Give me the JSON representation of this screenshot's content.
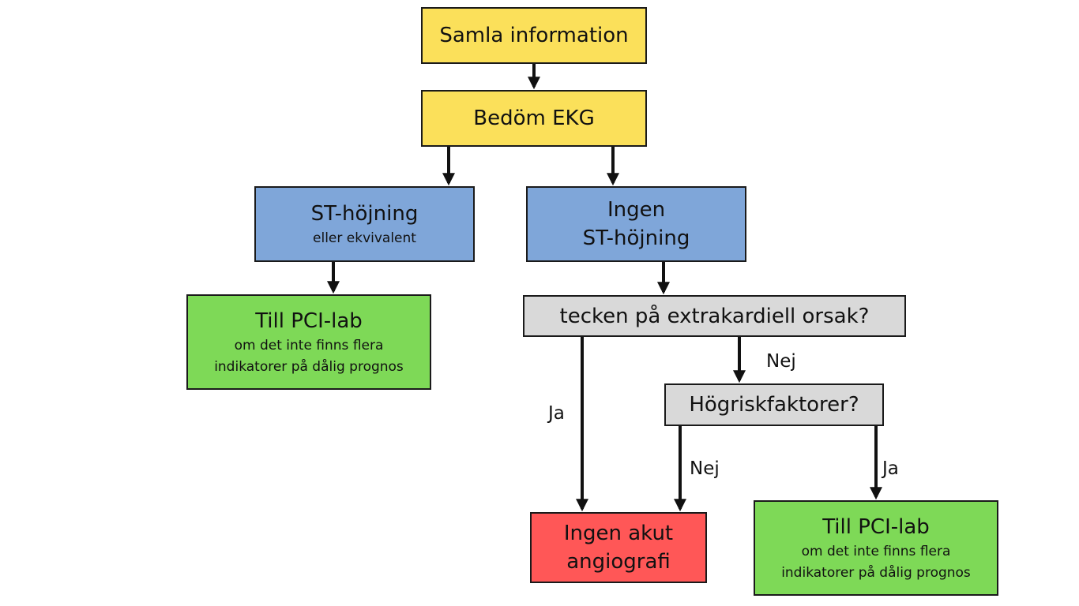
{
  "colors": {
    "yellow": "#fbe05a",
    "blue": "#7fa6d9",
    "green": "#7ed957",
    "gray": "#d9d9d9",
    "red": "#ff5757",
    "stroke": "#111111"
  },
  "nodes": {
    "collect": {
      "title": "Samla information"
    },
    "assess_ecg": {
      "title": "Bedöm EKG"
    },
    "st_elevation": {
      "title": "ST-höjning",
      "subtitle": "eller ekvivalent"
    },
    "no_st_elevation": {
      "title_line1": "Ingen",
      "title_line2": "ST-höjning"
    },
    "pci_left": {
      "title": "Till PCI-lab",
      "line1": "om det inte finns flera",
      "line2": "indikatorer på dålig prognos"
    },
    "extracardiac": {
      "title": "tecken på extrakardiell orsak?"
    },
    "high_risk": {
      "title": "Högriskfaktorer?"
    },
    "no_angio": {
      "title_line1": "Ingen akut",
      "title_line2": "angiografi"
    },
    "pci_right": {
      "title": "Till PCI-lab",
      "line1": "om det inte finns flera",
      "line2": "indikatorer på dålig prognos"
    }
  },
  "edge_labels": {
    "nej_extracardiac": "Nej",
    "ja_extracardiac": "Ja",
    "nej_high_risk": "Nej",
    "ja_high_risk": "Ja"
  }
}
